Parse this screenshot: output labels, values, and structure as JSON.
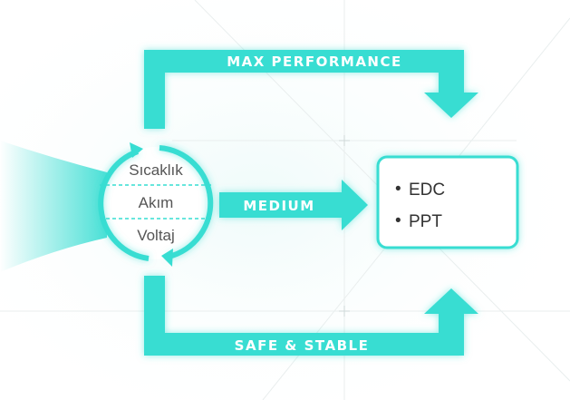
{
  "colors": {
    "accent": "#37ddd2",
    "background": "#ffffff",
    "cycle_text": "#555555",
    "box_text": "#333333"
  },
  "arrows": {
    "top_label": "MAX PERFORMANCE",
    "middle_label": "MEDIUM",
    "bottom_label": "SAFE & STABLE"
  },
  "cycle": {
    "items": [
      "Sıcaklık",
      "Akım",
      "Voltaj"
    ]
  },
  "box": {
    "bullet": "•",
    "items": [
      "EDC",
      "PPT"
    ]
  }
}
